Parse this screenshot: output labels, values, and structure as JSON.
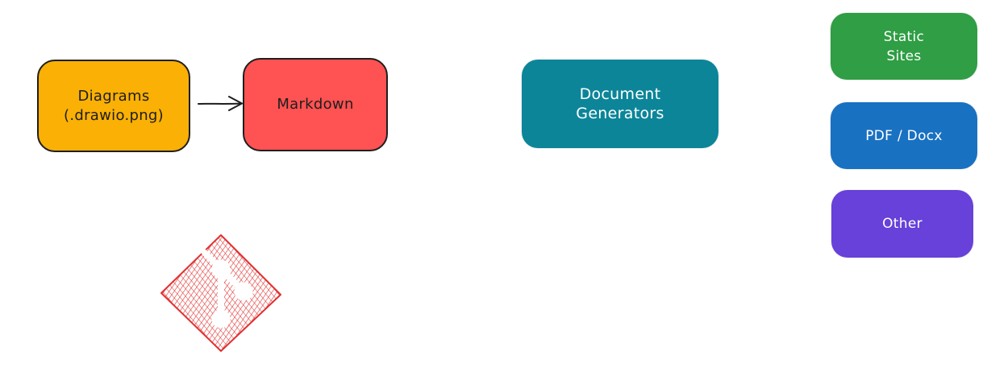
{
  "nodes": {
    "diagrams": {
      "label": "Diagrams\n(.drawio.png)",
      "fill": "#fab005"
    },
    "markdown": {
      "label": "Markdown",
      "fill": "#ff5252"
    },
    "generators": {
      "label": "Document\nGenerators",
      "fill": "#0c8599"
    },
    "static_sites": {
      "label": "Static\nSites",
      "fill": "#2f9e44"
    },
    "pdf_docx": {
      "label": "PDF / Docx",
      "fill": "#1971c2"
    },
    "other": {
      "label": "Other",
      "fill": "#6741d9"
    }
  },
  "icons": {
    "git": {
      "name": "git-icon",
      "color": "#e03131"
    }
  },
  "edges": [
    {
      "from": "diagrams",
      "to": "markdown"
    }
  ]
}
